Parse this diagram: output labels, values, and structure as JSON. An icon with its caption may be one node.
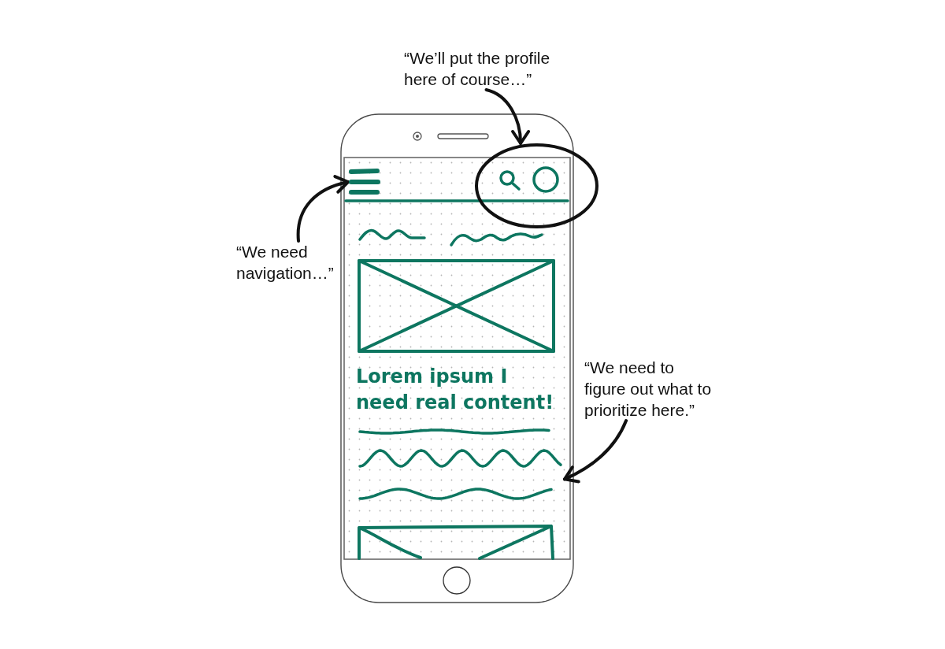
{
  "diagram": {
    "nodes": [
      {
        "text": [
          "“We’ll put the profile here of course…”"
        ]
      },
      {
        "text": [],
        "shape": "ellipse"
      },
      {
        "text": [
          "“We need navigation…”"
        ]
      },
      {
        "text": [],
        "shape": "picture"
      },
      {
        "text": [
          "“We need to figure out what to prioritize here.”"
        ]
      },
      {
        "text": [],
        "shape": "picture"
      }
    ],
    "edges": [
      {
        "from": 0,
        "to": 1,
        "arrow": "to"
      },
      {
        "from": 2,
        "to": 3,
        "arrow": "to"
      },
      {
        "from": 4,
        "to": 5,
        "arrow": "to"
      }
    ],
    "labels": [
      "Lorem ipsum I need real content!"
    ]
  }
}
